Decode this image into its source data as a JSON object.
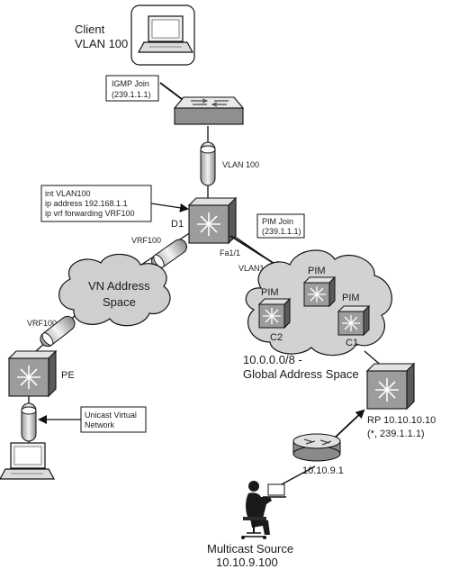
{
  "labels": {
    "client_line1": "Client",
    "client_line2": "VLAN 100",
    "igmp_line1": "IGMP Join",
    "igmp_line2": "(239.1.1.1)",
    "vlan100": "VLAN 100",
    "cfg_line1": "int VLAN100",
    "cfg_line2": "ip address 192.168.1.1",
    "cfg_line3": "ip vrf forwarding VRF100",
    "d1": "D1",
    "pimjoin_line1": "PIM Join",
    "pimjoin_line2": "(239.1.1.1)",
    "vrf100_upper": "VRF100",
    "fa11": "Fa1/1",
    "vlan1": "VLAN1",
    "vn_line1": "VN Address",
    "vn_line2": "Space",
    "vrf100_lower": "VRF100",
    "pe": "PE",
    "pim_top": "PIM",
    "pim_left": "PIM",
    "pim_right": "PIM",
    "c2": "C2",
    "c1": "C1",
    "global_line1": "10.0.0.0/8 -",
    "global_line2": "Global Address Space",
    "uvn_line1": "Unicast Virtual",
    "uvn_line2": "Network",
    "rp_line1": "RP 10.10.10.10",
    "rp_line2": "(*, 239.1.1.1)",
    "router_ip": "10.10.9.1",
    "source_line1": "Multicast Source",
    "source_line2": "10.10.9.100"
  },
  "colors": {
    "device_light": "#e6e6e6",
    "device_mid": "#9a9a9a",
    "device_dark": "#4a4a4a",
    "cloud": "#cfcfcf",
    "line": "#111111"
  }
}
